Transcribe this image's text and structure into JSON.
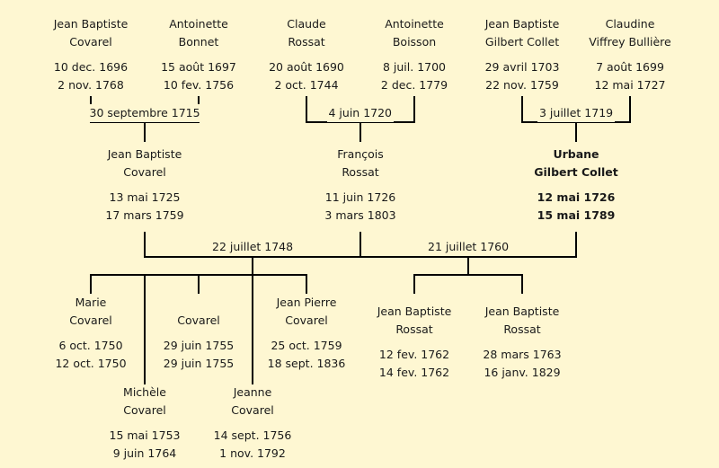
{
  "colors": {
    "background": "#fef7d2",
    "text": "#1a1a1a",
    "lines": "#000000"
  },
  "persons": [
    {
      "id": "p1",
      "name1": "Jean Baptiste",
      "name2": "Covarel",
      "birth": "10 dec. 1696",
      "death": "2 nov. 1768"
    },
    {
      "id": "p2",
      "name1": "Antoinette",
      "name2": "Bonnet",
      "birth": "15 août 1697",
      "death": "10 fev. 1756"
    },
    {
      "id": "p3",
      "name1": "Claude",
      "name2": "Rossat",
      "birth": "20 août 1690",
      "death": "2 oct. 1744"
    },
    {
      "id": "p4",
      "name1": "Antoinette",
      "name2": "Boisson",
      "birth": "8 juil. 1700",
      "death": "2 dec. 1779"
    },
    {
      "id": "p5",
      "name1": "Jean Baptiste",
      "name2": "Gilbert Collet",
      "birth": "29 avril 1703",
      "death": "22 nov. 1759"
    },
    {
      "id": "p6",
      "name1": "Claudine",
      "name2": "Viffrey Bullière",
      "birth": "7 août 1699",
      "death": "12 mai 1727"
    },
    {
      "id": "p7",
      "name1": "Jean Baptiste",
      "name2": "Covarel",
      "birth": "13 mai 1725",
      "death": "17 mars 1759"
    },
    {
      "id": "p8",
      "name1": "François",
      "name2": "Rossat",
      "birth": "11 juin 1726",
      "death": "3 mars 1803"
    },
    {
      "id": "p9",
      "name1": "Urbane",
      "name2": "Gilbert Collet",
      "birth": "12 mai 1726",
      "death": "15 mai 1789"
    },
    {
      "id": "p10",
      "name1": "Marie",
      "name2": "Covarel",
      "birth": "6 oct. 1750",
      "death": "12 oct. 1750"
    },
    {
      "id": "p11",
      "name1": "Michèle",
      "name2": "Covarel",
      "birth": "15 mai 1753",
      "death": "9 juin 1764"
    },
    {
      "id": "p12",
      "name1": "",
      "name2": "Covarel",
      "birth": "29 juin 1755",
      "death": "29 juin 1755"
    },
    {
      "id": "p13",
      "name1": "Jeanne",
      "name2": "Covarel",
      "birth": "14 sept. 1756",
      "death": "1 nov. 1792"
    },
    {
      "id": "p14",
      "name1": "Jean Pierre",
      "name2": "Covarel",
      "birth": "25 oct. 1759",
      "death": "18 sept. 1836"
    },
    {
      "id": "p15",
      "name1": "Jean Baptiste",
      "name2": "Rossat",
      "birth": "12 fev. 1762",
      "death": "14 fev. 1762"
    },
    {
      "id": "p16",
      "name1": "Jean Baptiste",
      "name2": "Rossat",
      "birth": "28 mars 1763",
      "death": "16 janv. 1829"
    }
  ],
  "marriages": [
    {
      "id": "m1",
      "date": "30 septembre 1715"
    },
    {
      "id": "m2",
      "date": "4 juin 1720"
    },
    {
      "id": "m3",
      "date": "3 juillet 1719"
    },
    {
      "id": "m4",
      "date": "22 juillet 1748"
    },
    {
      "id": "m5",
      "date": "21 juillet 1760"
    }
  ]
}
